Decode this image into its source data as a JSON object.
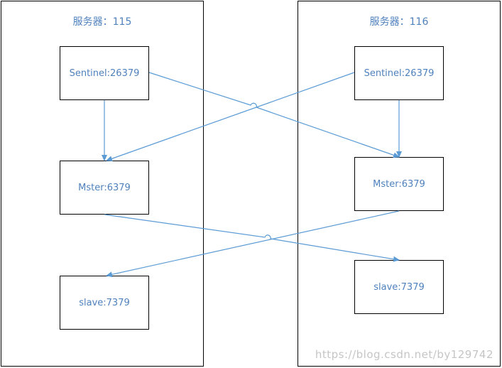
{
  "servers": {
    "left": {
      "title": "服务器：115",
      "sentinel": "Sentinel:26379",
      "master": "Mster:6379",
      "slave": "slave:7379"
    },
    "right": {
      "title": "服务器：116",
      "sentinel": "Sentinel:26379",
      "master": "Mster:6379",
      "slave": "slave:7379"
    }
  },
  "watermark": "https://blog.csdn.net/by129742",
  "colors": {
    "line": "#5b9bd5",
    "text": "#4f81bd",
    "border": "#000000"
  }
}
